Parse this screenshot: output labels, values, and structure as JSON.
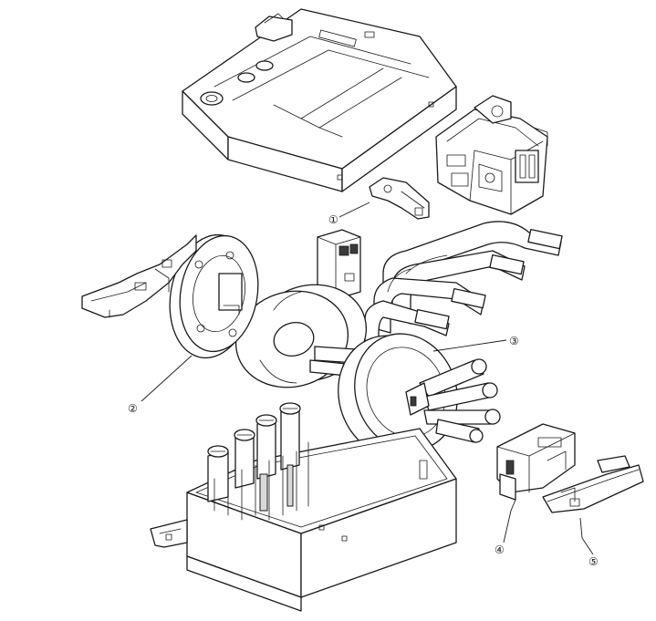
{
  "callouts": [
    {
      "id": "c1",
      "label": "①"
    },
    {
      "id": "c2",
      "label": "②"
    },
    {
      "id": "c3",
      "label": "③"
    },
    {
      "id": "c4",
      "label": "④"
    },
    {
      "id": "c5",
      "label": "⑤"
    }
  ]
}
